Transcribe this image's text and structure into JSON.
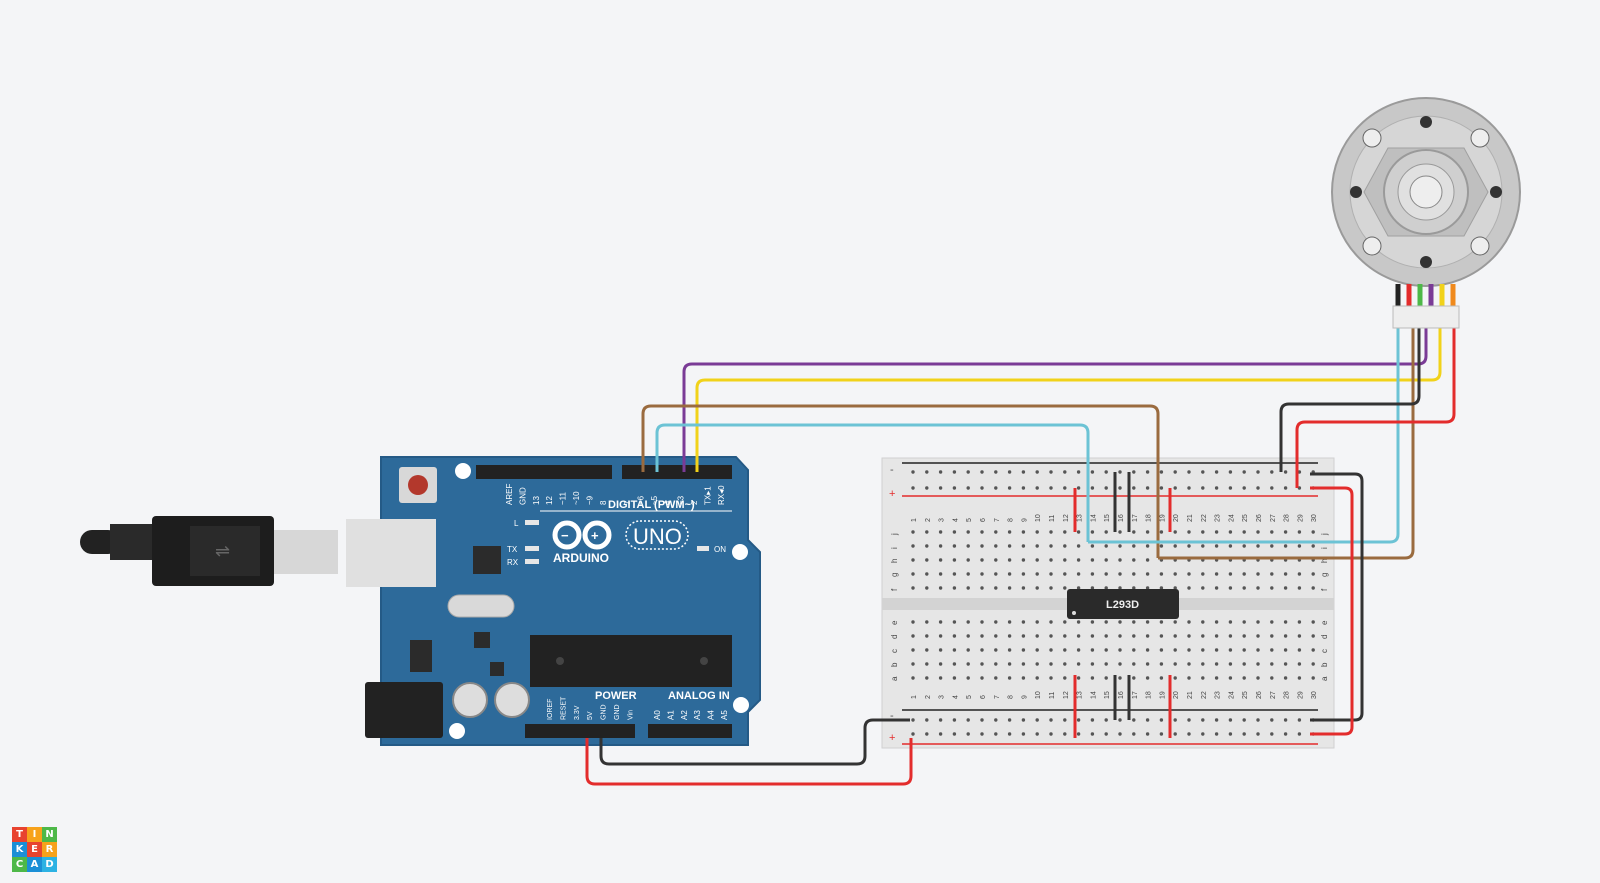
{
  "arduino": {
    "brand": "ARDUINO",
    "model": "UNO",
    "digital_label": "DIGITAL (PWM~)",
    "power_label": "POWER",
    "analog_label": "ANALOG IN",
    "on_label": "ON",
    "l_label": "L",
    "tx_label": "TX",
    "rx_label": "RX",
    "digital_pins": [
      "AREF",
      "GND",
      "13",
      "12",
      "~11",
      "~10",
      "~9",
      "8",
      "7",
      "~6",
      "~5",
      "4",
      "~3",
      "2",
      "TX▸1",
      "RX◂0"
    ],
    "power_pins": [
      "IOREF",
      "RESET",
      "3.3V",
      "5V",
      "GND",
      "GND",
      "Vin"
    ],
    "analog_pins": [
      "A0",
      "A1",
      "A2",
      "A3",
      "A4",
      "A5"
    ]
  },
  "breadboard": {
    "chip_label": "L293D",
    "columns": [
      "1",
      "2",
      "3",
      "4",
      "5",
      "6",
      "7",
      "8",
      "9",
      "10",
      "11",
      "12",
      "13",
      "14",
      "15",
      "16",
      "17",
      "18",
      "19",
      "20",
      "21",
      "22",
      "23",
      "24",
      "25",
      "26",
      "27",
      "28",
      "29",
      "30"
    ],
    "rows_top": [
      "j",
      "i",
      "h",
      "g",
      "f"
    ],
    "rows_bottom": [
      "e",
      "d",
      "c",
      "b",
      "a"
    ],
    "rail_minus": "-",
    "rail_plus": "+"
  },
  "logo": {
    "letters": [
      "T",
      "I",
      "N",
      "K",
      "E",
      "R",
      "C",
      "A",
      "D"
    ],
    "colors": [
      "#e8432f",
      "#f7a21b",
      "#4db848",
      "#1a8fd6",
      "#e8432f",
      "#f7a21b",
      "#4db848",
      "#1a8fd6",
      "#2cb2e3"
    ]
  },
  "colors": {
    "background": "#f4f5f7",
    "board": "#2d6a9a",
    "wire_red": "#e32c2c",
    "wire_black": "#333333",
    "wire_purple": "#7a3b96",
    "wire_yellow": "#f1d21a",
    "wire_brown": "#9a6b3f",
    "wire_cyan": "#6cc3d5"
  }
}
